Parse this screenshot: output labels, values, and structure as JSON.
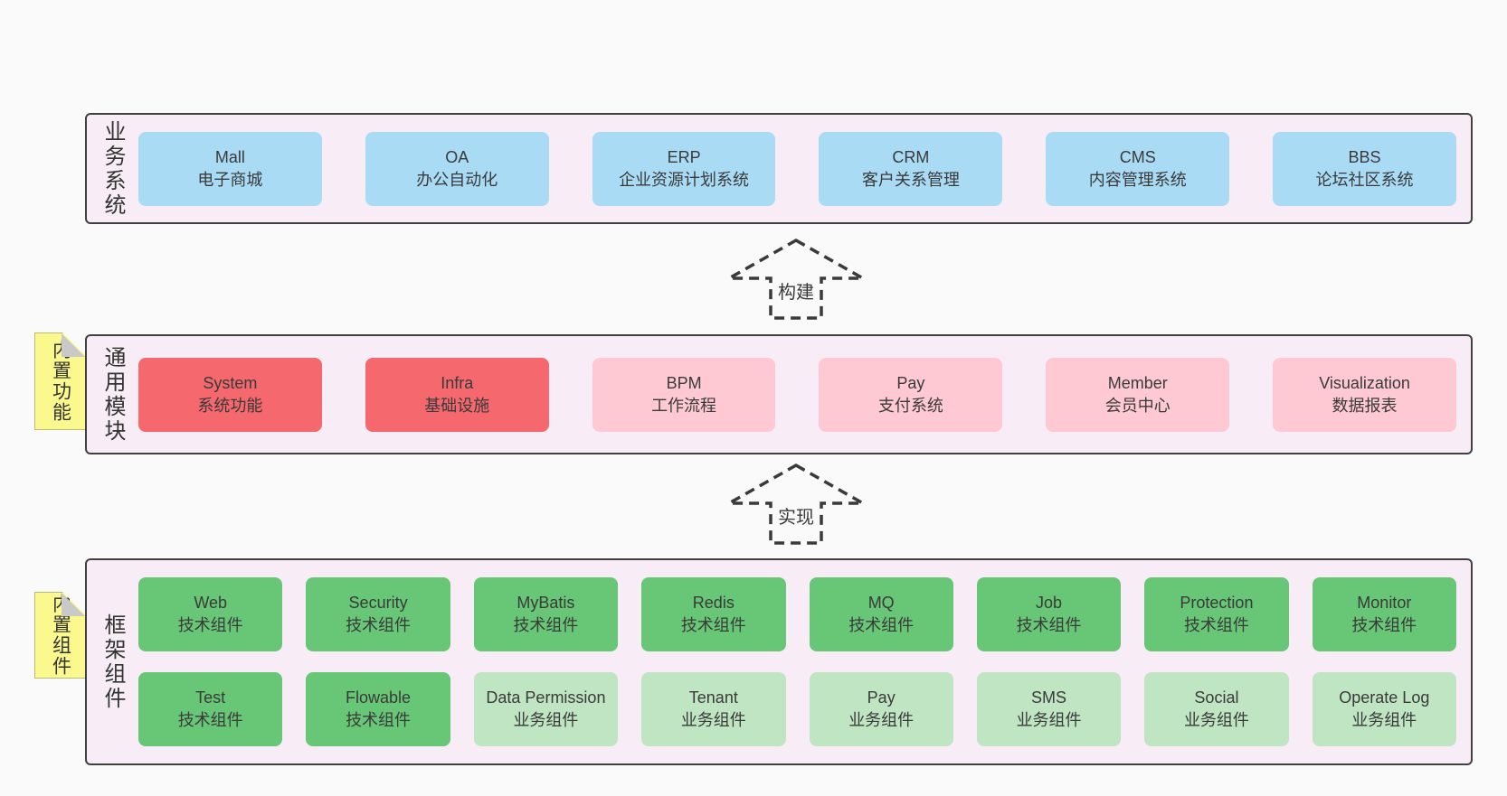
{
  "colors": {
    "page_bg": "#fafafa",
    "panel_bg": "#f8edf6",
    "panel_border": "#404040",
    "blue_box": "#a9dbf5",
    "red_box": "#f4686e",
    "pink_box": "#fec9d2",
    "green_box": "#68c677",
    "light_green_box": "#bfe5c2",
    "note_yellow": "#fbf98d",
    "note_fold_gray": "#c9c9c9",
    "text": "#3a3a3a"
  },
  "business": {
    "label": "业务系统",
    "boxes": [
      {
        "title": "Mall",
        "subtitle": "电子商城"
      },
      {
        "title": "OA",
        "subtitle": "办公自动化"
      },
      {
        "title": "ERP",
        "subtitle": "企业资源计划系统"
      },
      {
        "title": "CRM",
        "subtitle": "客户关系管理"
      },
      {
        "title": "CMS",
        "subtitle": "内容管理系统"
      },
      {
        "title": "BBS",
        "subtitle": "论坛社区系统"
      }
    ]
  },
  "arrows": {
    "build": "构建",
    "implement": "实现"
  },
  "modules": {
    "label": "通用模块",
    "note": "内置功能",
    "boxes": [
      {
        "title": "System",
        "subtitle": "系统功能"
      },
      {
        "title": "Infra",
        "subtitle": "基础设施"
      },
      {
        "title": "BPM",
        "subtitle": "工作流程"
      },
      {
        "title": "Pay",
        "subtitle": "支付系统"
      },
      {
        "title": "Member",
        "subtitle": "会员中心"
      },
      {
        "title": "Visualization",
        "subtitle": "数据报表"
      }
    ]
  },
  "components": {
    "label": "框架组件",
    "note": "内置组件",
    "row1": [
      {
        "title": "Web",
        "subtitle": "技术组件"
      },
      {
        "title": "Security",
        "subtitle": "技术组件"
      },
      {
        "title": "MyBatis",
        "subtitle": "技术组件"
      },
      {
        "title": "Redis",
        "subtitle": "技术组件"
      },
      {
        "title": "MQ",
        "subtitle": "技术组件"
      },
      {
        "title": "Job",
        "subtitle": "技术组件"
      },
      {
        "title": "Protection",
        "subtitle": "技术组件"
      },
      {
        "title": "Monitor",
        "subtitle": "技术组件"
      }
    ],
    "row2": [
      {
        "title": "Test",
        "subtitle": "技术组件"
      },
      {
        "title": "Flowable",
        "subtitle": "技术组件"
      },
      {
        "title": "Data Permission",
        "subtitle": "业务组件"
      },
      {
        "title": "Tenant",
        "subtitle": "业务组件"
      },
      {
        "title": "Pay",
        "subtitle": "业务组件"
      },
      {
        "title": "SMS",
        "subtitle": "业务组件"
      },
      {
        "title": "Social",
        "subtitle": "业务组件"
      },
      {
        "title": "Operate Log",
        "subtitle": "业务组件"
      }
    ]
  }
}
